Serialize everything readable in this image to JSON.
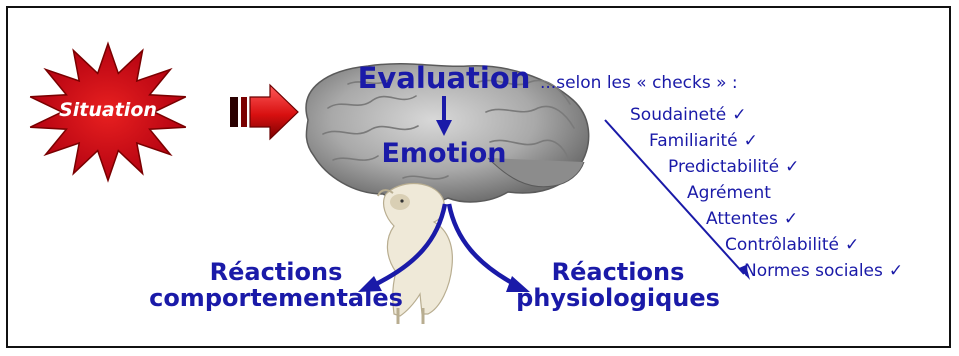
{
  "situation_label": "Situation",
  "evaluation_label": "Evaluation",
  "emotion_label": "Emotion",
  "checks_intro": "...selon les « checks » :",
  "checks": [
    {
      "label": "Soudaineté",
      "mark": "✓"
    },
    {
      "label": "Familiarité",
      "mark": "✓"
    },
    {
      "label": "Predictabilité",
      "mark": "✓"
    },
    {
      "label": "Agrément",
      "mark": ""
    },
    {
      "label": "Attentes",
      "mark": "✓"
    },
    {
      "label": "Contrôlabilité",
      "mark": "✓"
    },
    {
      "label": "Normes sociales",
      "mark": "✓"
    }
  ],
  "reactions_left": {
    "line1": "Réactions",
    "line2": "comportementales"
  },
  "reactions_right": {
    "line1": "Réactions",
    "line2": "physiologiques"
  },
  "colors": {
    "text_blue": "#1a1aa8",
    "star_red": "#d0101a",
    "arrow_red": "#e01818",
    "arrow_blue": "#1a1aa8"
  },
  "icons": {
    "situation": "red-starburst-icon",
    "brain": "brain-illustration",
    "sheep": "sheep-illustration"
  }
}
